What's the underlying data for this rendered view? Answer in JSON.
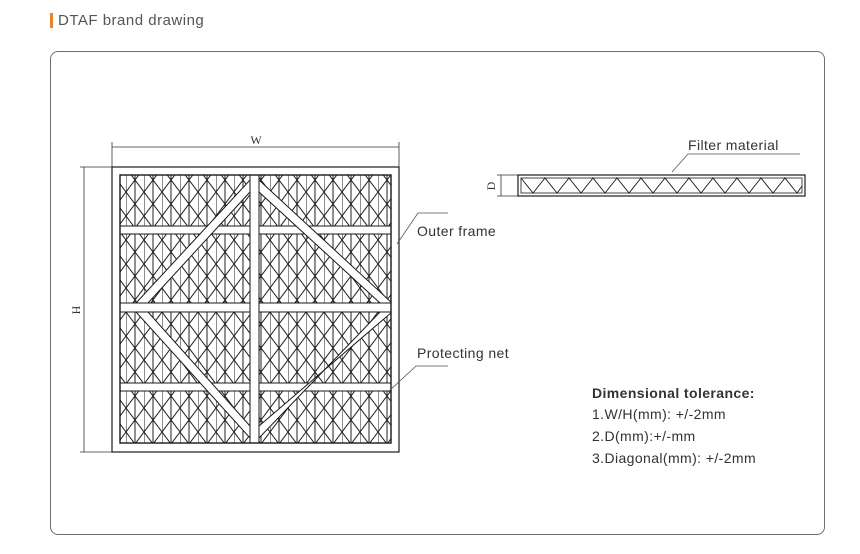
{
  "header": {
    "title": "DTAF brand drawing"
  },
  "drawing": {
    "dim_width": "W",
    "dim_height": "H",
    "dim_depth": "D",
    "labels": {
      "filter_material": "Filter material",
      "outer_frame": "Outer frame",
      "protecting_net": "Protecting net"
    }
  },
  "tolerance": {
    "title": "Dimensional tolerance:",
    "items": [
      "1.W/H(mm): +/-2mm",
      "2.D(mm):+/-mm",
      "3.Diagonal(mm): +/-2mm"
    ]
  },
  "colors": {
    "accent": "#e8842a",
    "line": "#1a1a1a",
    "panel_border": "#6f6f6f"
  }
}
